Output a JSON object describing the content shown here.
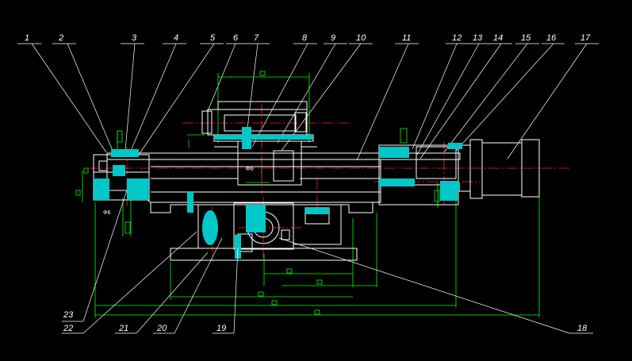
{
  "colors": {
    "background": "#000000",
    "outline": "#ffffff",
    "dimension": "#00ff00",
    "centerline": "#ff2020",
    "hatch": "#00c8c8"
  },
  "callouts": {
    "top": [
      "1",
      "2",
      "3",
      "4",
      "5",
      "6",
      "7",
      "8",
      "9",
      "10",
      "11",
      "12",
      "13",
      "14",
      "15",
      "16",
      "17"
    ],
    "bottom_left": [
      "23",
      "22",
      "21",
      "20",
      "19"
    ],
    "bottom_right": [
      "18"
    ]
  },
  "dimension_small_text": [
    "Φ6",
    "Φ6"
  ]
}
